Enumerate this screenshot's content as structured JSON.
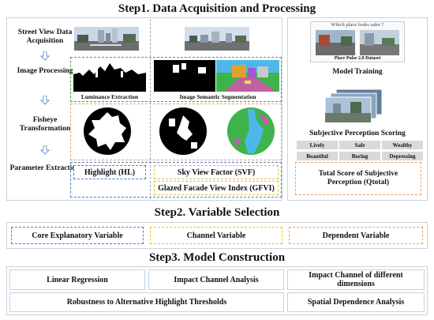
{
  "step1": {
    "title": "Step1. Data Acquisition and Processing",
    "steps": [
      "Street View Data Acquisition",
      "Image Processing",
      "Fisheye Transformation",
      "Parameter Extraction"
    ],
    "luminance_label": "Luminance Extraction",
    "segmentation_label": "Image Semantic Segmentation",
    "highlight_box": "Highlight (HL)",
    "svf_box": "Sky View Factor (SVF)",
    "gfvi_box": "Glazed Facade View Index (GFVI)",
    "pulse_question": "Which place looks safer ?",
    "pulse_caption": "Place Pulse 2.0 Dataset",
    "model_training": "Model Training",
    "subjective_title": "Subjective Perception Scoring",
    "perceptions": [
      "Lively",
      "Safe",
      "Wealthy",
      "Beautiful",
      "Boring",
      "Depressing"
    ],
    "total_score": "Total Score of Subjective Perception (Qtotal)"
  },
  "step2": {
    "title": "Step2. Variable Selection",
    "boxes": [
      "Core Explanatory Variable",
      "Channel Variable",
      "Dependent Variable"
    ]
  },
  "step3": {
    "title": "Step3. Model Construction",
    "boxes": [
      "Linear Regression",
      "Impact Channel Analysis",
      "Impact Channel of different dimensions",
      "Robustness to Alternative Highlight Thresholds",
      "Spatial Dependence Analysis"
    ]
  },
  "colors": {
    "green": "#4fa04f",
    "orange": "#f0a060",
    "blue": "#4a7fd0",
    "purple": "#8a5fc8",
    "yellow": "#e8c030",
    "chip": "#d9d9d9"
  }
}
